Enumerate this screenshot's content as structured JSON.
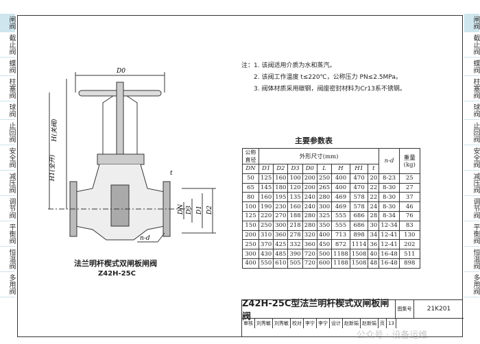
{
  "side_tabs": [
    "闸阀",
    "截止阀",
    "蝶阀",
    "柱塞阀",
    "球阀",
    "止回阀",
    "安全阀",
    "减压阀",
    "调节阀",
    "平衡阀",
    "恒温阀",
    "多用阀"
  ],
  "notes": {
    "prefix": "注：",
    "items": [
      "1. 该阀适用介质为水和蒸汽。",
      "2. 该阀工作温度 t≤220℃，公称压力 PN≤2.5MPa。",
      "3. 阀体材质采用碳钢，阀座密封材料为Cr13系不锈钢。"
    ]
  },
  "drawing": {
    "labels": {
      "d0": "D0",
      "h": "H(关阀)",
      "h1": "H1(全开)",
      "t": "t",
      "dn": "DN",
      "d1": "D1",
      "d2": "D2",
      "d3": "D3",
      "nd": "n-d"
    },
    "caption": "法兰明杆楔式双闸板闸阀",
    "model": "Z42H-25C"
  },
  "table": {
    "title": "主要参数表",
    "h_dn": "公称直径",
    "h_dims": "外形尺寸(mm)",
    "h_nd": "n-d",
    "h_wt": "重量(kg)",
    "cols": [
      "DN",
      "D1",
      "D2",
      "D3",
      "D0",
      "L",
      "H",
      "H1",
      "t"
    ],
    "rows": [
      [
        "50",
        "125",
        "160",
        "100",
        "200",
        "250",
        "400",
        "470",
        "20",
        "8-23",
        "25"
      ],
      [
        "65",
        "145",
        "180",
        "120",
        "200",
        "265",
        "400",
        "470",
        "22",
        "8-30",
        "27"
      ],
      [
        "80",
        "160",
        "195",
        "135",
        "240",
        "280",
        "469",
        "578",
        "22",
        "8-30",
        "37"
      ],
      [
        "100",
        "190",
        "230",
        "160",
        "240",
        "300",
        "469",
        "578",
        "24",
        "8-30",
        "46"
      ],
      [
        "125",
        "220",
        "270",
        "188",
        "280",
        "325",
        "555",
        "686",
        "28",
        "8-34",
        "76"
      ],
      [
        "150",
        "250",
        "300",
        "218",
        "280",
        "350",
        "555",
        "686",
        "30",
        "12-34",
        "83"
      ],
      [
        "200",
        "310",
        "360",
        "278",
        "320",
        "400",
        "713",
        "898",
        "34",
        "12-41",
        "130"
      ],
      [
        "250",
        "370",
        "425",
        "332",
        "360",
        "450",
        "872",
        "1114",
        "36",
        "12-41",
        "202"
      ],
      [
        "300",
        "430",
        "485",
        "390",
        "720",
        "500",
        "1188",
        "1508",
        "40",
        "16-48",
        "511"
      ],
      [
        "400",
        "550",
        "610",
        "505",
        "720",
        "600",
        "1188",
        "1508",
        "48",
        "16-48",
        "898"
      ]
    ]
  },
  "title_block": {
    "title": "Z42H-25C型法兰明杆楔式双闸板闸阀",
    "atlas_label": "图集号",
    "atlas_no": "21K201",
    "row": [
      "审核",
      "刘秀敏",
      "刘秀敏",
      "校对",
      "李宁",
      "李宁",
      "设计",
      "赵新娟",
      "赵新娟",
      "页",
      "13"
    ]
  },
  "watermark": "公众号 · 设备运维"
}
